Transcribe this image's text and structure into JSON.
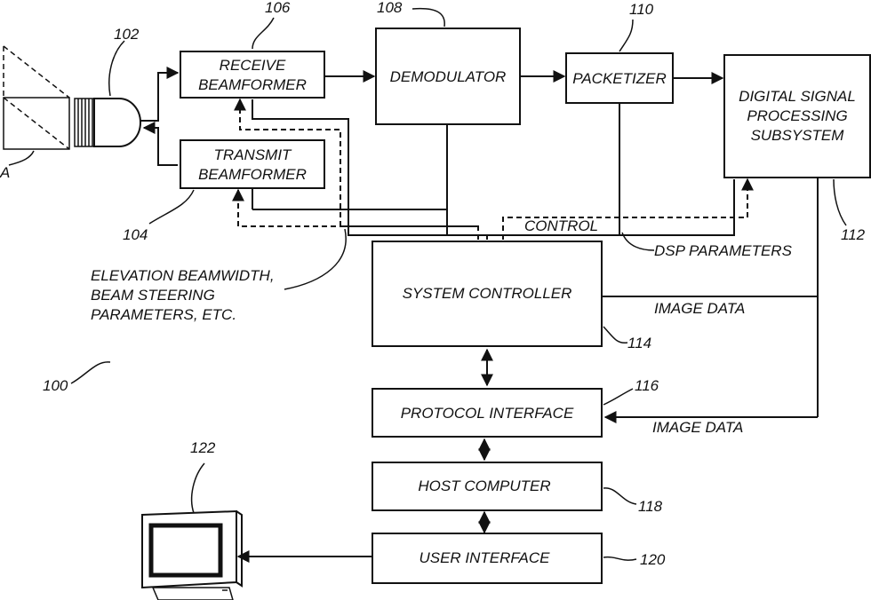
{
  "blocks": {
    "receive_beamformer": [
      "RECEIVE",
      "BEAMFORMER"
    ],
    "transmit_beamformer": [
      "TRANSMIT",
      "BEAMFORMER"
    ],
    "demodulator": "DEMODULATOR",
    "packetizer": "PACKETIZER",
    "dsp_subsystem": [
      "DIGITAL SIGNAL",
      "PROCESSING",
      "SUBSYSTEM"
    ],
    "system_controller": "SYSTEM CONTROLLER",
    "protocol_interface": "PROTOCOL INTERFACE",
    "host_computer": "HOST COMPUTER",
    "user_interface": "USER INTERFACE"
  },
  "labels": {
    "control": "CONTROL",
    "dsp_parameters": "DSP PARAMETERS",
    "image_data_1": "IMAGE DATA",
    "image_data_2": "IMAGE DATA",
    "elevation": [
      "ELEVATION BEAMWIDTH,",
      "BEAM STEERING",
      "PARAMETERS, ETC."
    ],
    "target": "A"
  },
  "refs": {
    "r100": "100",
    "r102": "102",
    "r104": "104",
    "r106": "106",
    "r108": "108",
    "r110": "110",
    "r112": "112",
    "r114": "114",
    "r116": "116",
    "r118": "118",
    "r120": "120",
    "r122": "122"
  }
}
